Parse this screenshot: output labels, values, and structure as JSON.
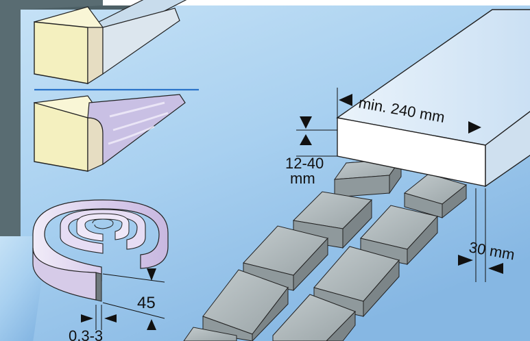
{
  "labels": {
    "width": "min. 240 mm",
    "thickness_top": "12-40",
    "thickness_bottom": "mm",
    "gap": "30 mm",
    "coil_width": "45",
    "coil_thickness": "0,3-3"
  },
  "colors": {
    "background": "#8ebde6",
    "background_light": "#c6e2f6",
    "block_face": "#f4f0bf",
    "coil": "#e0d6f0",
    "tile": "#a9b3b5",
    "separator": "#2a73c9",
    "arrow": "#111111"
  }
}
